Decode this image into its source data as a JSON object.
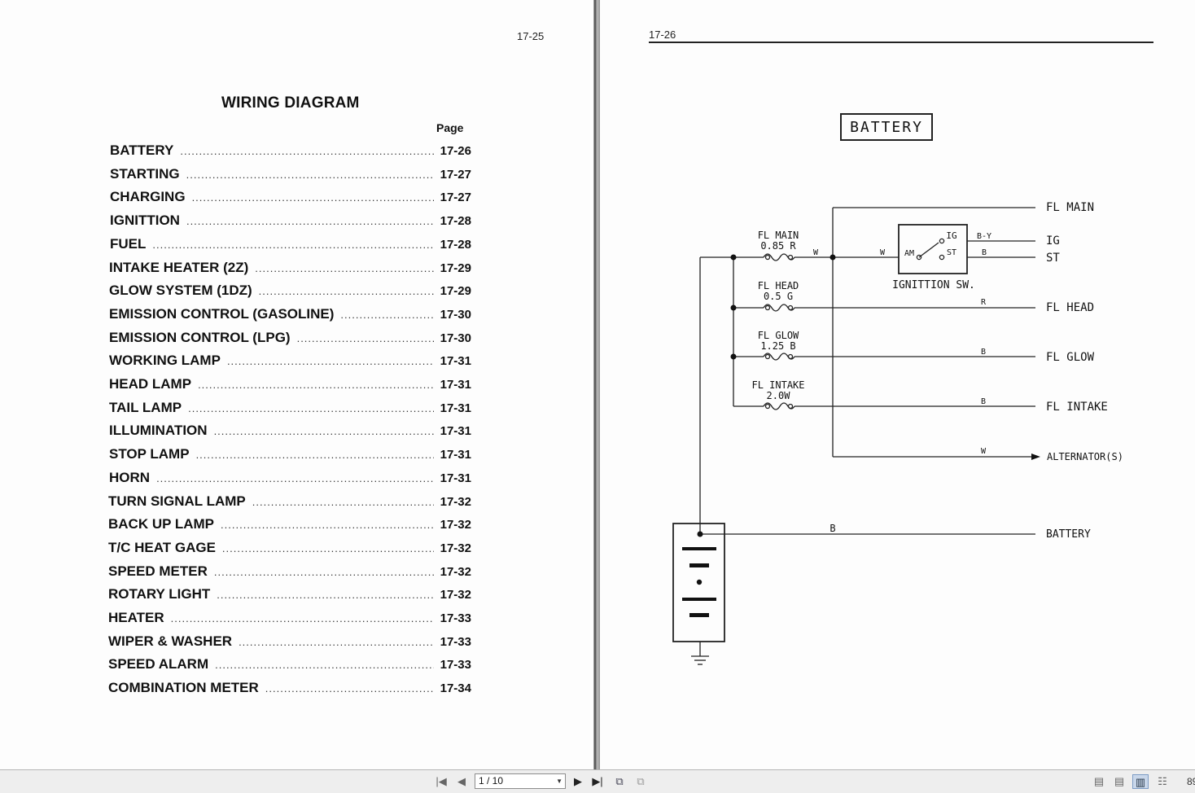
{
  "left_page": {
    "page_number": "17-25",
    "title": "WIRING DIAGRAM",
    "page_column_label": "Page",
    "toc": [
      {
        "label": "BATTERY",
        "page": "17-26"
      },
      {
        "label": "STARTING",
        "page": "17-27"
      },
      {
        "label": "CHARGING",
        "page": "17-27"
      },
      {
        "label": "IGNITTION",
        "page": "17-28"
      },
      {
        "label": "FUEL",
        "page": "17-28"
      },
      {
        "label": "INTAKE HEATER (2Z)",
        "page": "17-29"
      },
      {
        "label": "GLOW SYSTEM (1DZ)",
        "page": "17-29"
      },
      {
        "label": "EMISSION CONTROL (GASOLINE)",
        "page": "17-30"
      },
      {
        "label": "EMISSION CONTROL (LPG)",
        "page": "17-30"
      },
      {
        "label": "WORKING LAMP",
        "page": "17-31"
      },
      {
        "label": "HEAD LAMP",
        "page": "17-31"
      },
      {
        "label": "TAIL LAMP",
        "page": "17-31"
      },
      {
        "label": "ILLUMINATION",
        "page": "17-31"
      },
      {
        "label": "STOP LAMP",
        "page": "17-31"
      },
      {
        "label": "HORN",
        "page": "17-31"
      },
      {
        "label": "TURN SIGNAL LAMP",
        "page": "17-32"
      },
      {
        "label": "BACK UP LAMP",
        "page": "17-32"
      },
      {
        "label": "T/C HEAT GAGE",
        "page": "17-32"
      },
      {
        "label": "SPEED METER",
        "page": "17-32"
      },
      {
        "label": "ROTARY LIGHT",
        "page": "17-32"
      },
      {
        "label": "HEATER",
        "page": "17-33"
      },
      {
        "label": "WIPER & WASHER",
        "page": "17-33"
      },
      {
        "label": "SPEED ALARM",
        "page": "17-33"
      },
      {
        "label": "COMBINATION METER",
        "page": "17-34"
      }
    ]
  },
  "right_page": {
    "page_number": "17-26",
    "diagram_title": "BATTERY",
    "fuses": [
      {
        "name": "FL MAIN",
        "rating": "0.85 R"
      },
      {
        "name": "FL HEAD",
        "rating": "0.5 G"
      },
      {
        "name": "FL GLOW",
        "rating": "1.25 B"
      },
      {
        "name": "FL INTAKE",
        "rating": "2.0W"
      }
    ],
    "switch": {
      "label": "IGNITTION SW.",
      "terminal_am": "AM",
      "terminal_ig": "IG",
      "terminal_st": "ST"
    },
    "wire_colors": {
      "w1": "W",
      "w2": "W",
      "by": "B-Y",
      "b_st": "B",
      "r_head": "R",
      "b_glow": "B",
      "b_intake": "B",
      "w_alt": "W",
      "b_batt": "B"
    },
    "outputs": {
      "fl_main": "FL MAIN",
      "ig": "IG",
      "st": "ST",
      "fl_head": "FL HEAD",
      "fl_glow": "FL GLOW",
      "fl_intake": "FL INTAKE",
      "alternator": "ALTERNATOR(S)",
      "battery": "BATTERY"
    }
  },
  "toolbar": {
    "page_selector": "1 / 10",
    "zoom": "89"
  }
}
